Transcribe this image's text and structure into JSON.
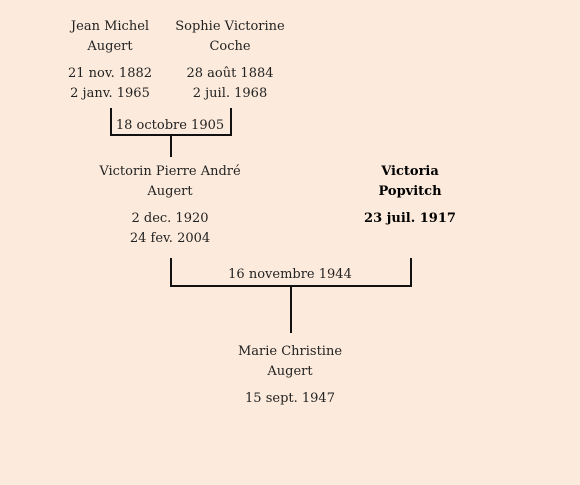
{
  "people": {
    "jean": {
      "first": "Jean Michel",
      "last": "Augert",
      "birth": "21 nov. 1882",
      "death": "2 janv. 1965"
    },
    "sophie": {
      "first": "Sophie Victorine",
      "last": "Coche",
      "birth": "28 août 1884",
      "death": "2 juil. 1968"
    },
    "victorin": {
      "first": "Victorin Pierre André",
      "last": "Augert",
      "birth": "2 dec. 1920",
      "death": "24 fev. 2004"
    },
    "victoria": {
      "first": "Victoria",
      "last": "Popvitch",
      "birth": "23 juil. 1917"
    },
    "marie": {
      "first": "Marie Christine",
      "last": "Augert",
      "birth": "15 sept. 1947"
    }
  },
  "marriages": {
    "jean_sophie": "18 octobre 1905",
    "victorin_victoria": "16 novembre 1944"
  },
  "colors": {
    "background": "#fcebdc",
    "lines": "#111111",
    "text": "#222222"
  }
}
